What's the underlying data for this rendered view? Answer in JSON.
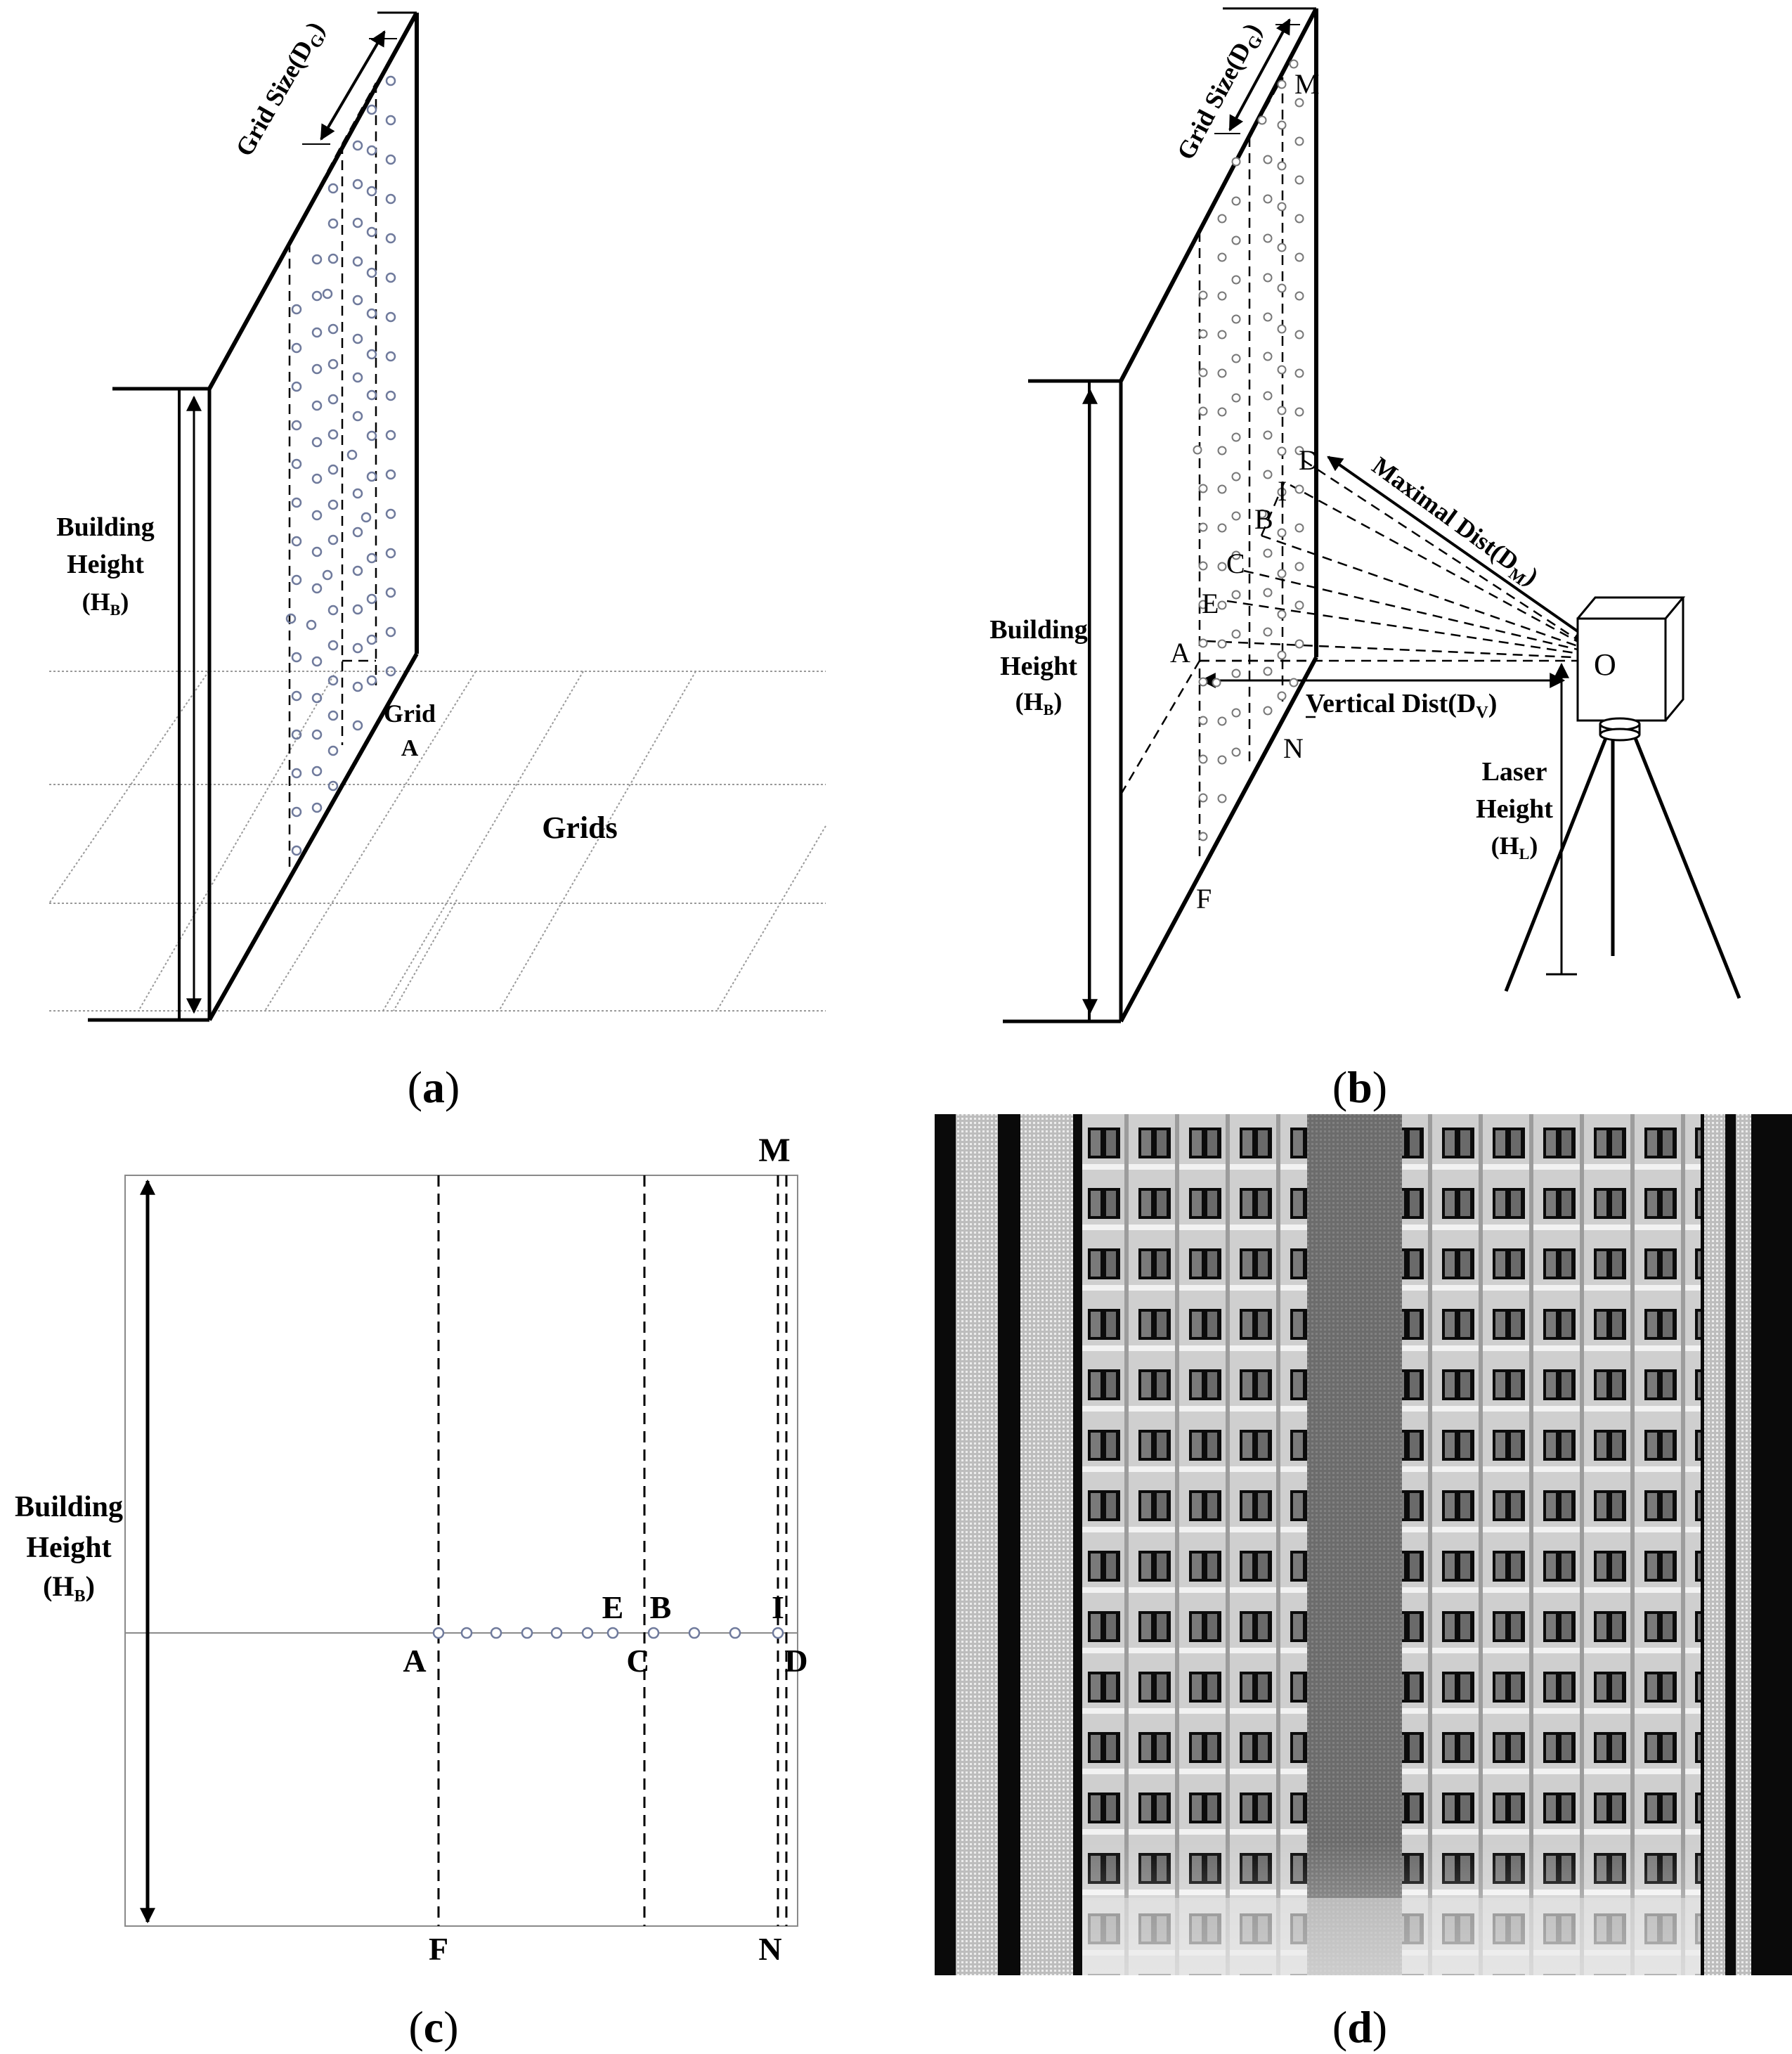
{
  "colors": {
    "ink": "#000000",
    "grid": "#9a9a9a",
    "point": "#6f7a9c",
    "frame": "#8a8a8a",
    "scan_bg": "#0a0a0a",
    "scan_light": "#d8d8d8"
  },
  "panel_a": {
    "caption_open": "(",
    "caption_letter": "a",
    "caption_close": ")",
    "grid_size_text": "Grid Size(D",
    "grid_size_sub": "G",
    "grid_size_close": ")",
    "building_height_line1": "Building",
    "building_height_line2": "Height",
    "hb_open": "(H",
    "hb_sub": "B",
    "hb_close": ")",
    "grid_label": "Grid",
    "grid_point": "A",
    "grids_label": "Grids"
  },
  "panel_b": {
    "caption_open": "(",
    "caption_letter": "b",
    "caption_close": ")",
    "grid_size_text": "Grid Size(D",
    "grid_size_sub": "G",
    "grid_size_close": ")",
    "building_height_line1": "Building",
    "building_height_line2": "Height",
    "hb_open": "(H",
    "hb_sub": "B",
    "hb_close": ")",
    "maximal_text": "Maximal Dist(D",
    "maximal_sub": "M",
    "maximal_close": ")",
    "vertical_text": "Vertical Dist(D",
    "vertical_sub": "V",
    "vertical_close": ")",
    "laser_line1": "Laser",
    "laser_line2": "Height",
    "hl_open": "(H",
    "hl_sub": "L",
    "hl_close": ")",
    "points": {
      "M": "M",
      "D": "D",
      "I": "I",
      "B": "B",
      "C": "C",
      "E": "E",
      "A": "A",
      "N": "N",
      "F": "F",
      "O": "O"
    }
  },
  "panel_c": {
    "caption_open": "(",
    "caption_letter": "c",
    "caption_close": ")",
    "building_height_line1": "Building",
    "building_height_line2": "Height",
    "hb_open": "(H",
    "hb_sub": "B",
    "hb_close": ")",
    "points": {
      "M": "M",
      "E": "E",
      "B": "B",
      "I": "I",
      "A": "A",
      "C": "C",
      "D": "D",
      "F": "F",
      "N": "N"
    }
  },
  "panel_d": {
    "caption_open": "(",
    "caption_letter": "d",
    "caption_close": ")",
    "image_name": "building-facade-point-cloud"
  }
}
